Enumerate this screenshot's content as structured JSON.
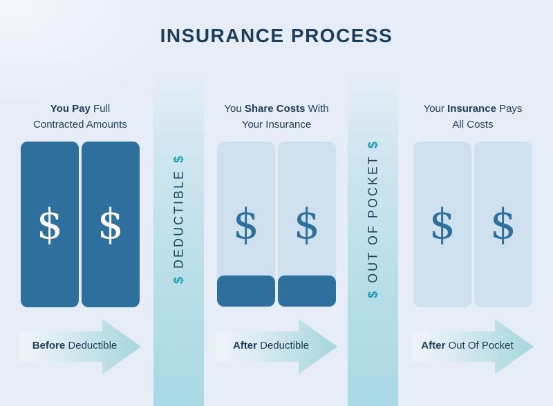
{
  "title": "INSURANCE PROCESS",
  "colors": {
    "background": "#e6edf7",
    "navy_text": "#1f3c5c",
    "dark_bar": "#2e6f9e",
    "light_bar": "#cfe1ee",
    "divider_teal": "#a9d9e3",
    "arrow_teal": "#a6d6df",
    "dollar_teal": "#1b9fb8"
  },
  "sections": [
    {
      "heading": {
        "pre": "",
        "bold": "You Pay",
        "post": " Full Contracted Amounts"
      },
      "bars": {
        "count": 2,
        "variant": "dark",
        "dollar": "$"
      },
      "arrow": {
        "bold": "Before",
        "rest": " Deductible"
      }
    },
    {
      "heading": {
        "pre": "You ",
        "bold": "Share Costs",
        "post": " With Your Insurance"
      },
      "bars": {
        "count": 2,
        "variant": "light-with-paid-bottom",
        "dollar": "$"
      },
      "arrow": {
        "bold": "After",
        "rest": " Deductible"
      }
    },
    {
      "heading": {
        "pre": "Your ",
        "bold": "Insurance",
        "post": " Pays All Costs"
      },
      "bars": {
        "count": 2,
        "variant": "light",
        "dollar": "$"
      },
      "arrow": {
        "bold": "After",
        "rest": " Out Of Pocket"
      }
    }
  ],
  "dividers": [
    {
      "start_symbol": "$",
      "label": "DEDUCTIBLE",
      "end_symbol": "$"
    },
    {
      "start_symbol": "$",
      "label": "OUT OF POCKET",
      "end_symbol": "$"
    }
  ]
}
